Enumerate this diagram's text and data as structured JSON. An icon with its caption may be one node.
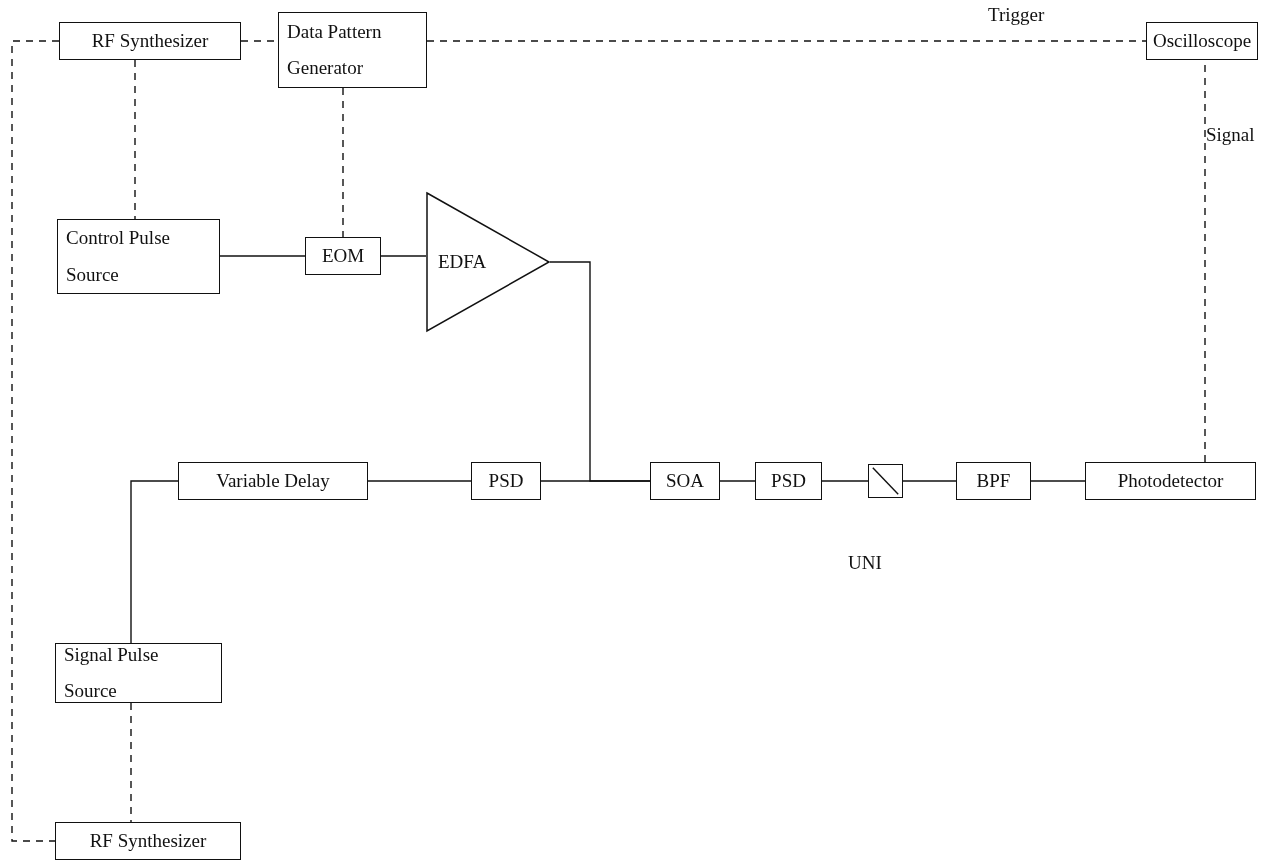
{
  "diagram": {
    "nodes": [
      {
        "text": [
          "RF Synthesizer"
        ]
      },
      {
        "text": [
          "Data Pattern Generator"
        ]
      },
      {
        "text": [
          "Oscilloscope"
        ]
      },
      {
        "text": [
          "Control Pulse Source"
        ]
      },
      {
        "text": [
          "EOM"
        ]
      },
      {
        "text": [
          "EDFA"
        ]
      },
      {
        "text": [
          "Variable Delay"
        ]
      },
      {
        "text": [
          "PSD"
        ]
      },
      {
        "text": [
          "SOA"
        ]
      },
      {
        "text": [
          "PSD"
        ]
      },
      {
        "text": [],
        "shape": "box"
      },
      {
        "text": [
          "BPF"
        ]
      },
      {
        "text": [
          "Photodetector"
        ]
      },
      {
        "text": [
          "Signal Pulse Source"
        ]
      },
      {
        "text": [
          "RF Synthesizer"
        ]
      }
    ],
    "edges": [
      {
        "from": 0,
        "to": 1,
        "arrow": "none",
        "style": "dashed"
      },
      {
        "from": 1,
        "to": 2,
        "arrow": "none",
        "style": "dashed",
        "label": "Trigger"
      },
      {
        "from": 0,
        "to": 3,
        "arrow": "none",
        "style": "dashed"
      },
      {
        "from": 1,
        "to": 4,
        "arrow": "none",
        "style": "dashed"
      },
      {
        "from": 3,
        "to": 4,
        "arrow": "none"
      },
      {
        "from": 4,
        "to": 5,
        "arrow": "none"
      },
      {
        "from": 5,
        "to": 8,
        "arrow": "none"
      },
      {
        "from": 7,
        "to": 8,
        "arrow": "none"
      },
      {
        "from": 6,
        "to": 7,
        "arrow": "none"
      },
      {
        "from": 13,
        "to": 6,
        "arrow": "none"
      },
      {
        "from": 8,
        "to": 9,
        "arrow": "none"
      },
      {
        "from": 9,
        "to": 10,
        "arrow": "none"
      },
      {
        "from": 10,
        "to": 11,
        "arrow": "none"
      },
      {
        "from": 11,
        "to": 12,
        "arrow": "none"
      },
      {
        "from": 12,
        "to": 2,
        "arrow": "none",
        "style": "dashed",
        "label": "Signal"
      },
      {
        "from": 13,
        "to": 14,
        "arrow": "none",
        "style": "dashed"
      },
      {
        "from": 0,
        "to": 14,
        "arrow": "none",
        "style": "dashed"
      }
    ],
    "labels": [
      "UNI"
    ]
  }
}
